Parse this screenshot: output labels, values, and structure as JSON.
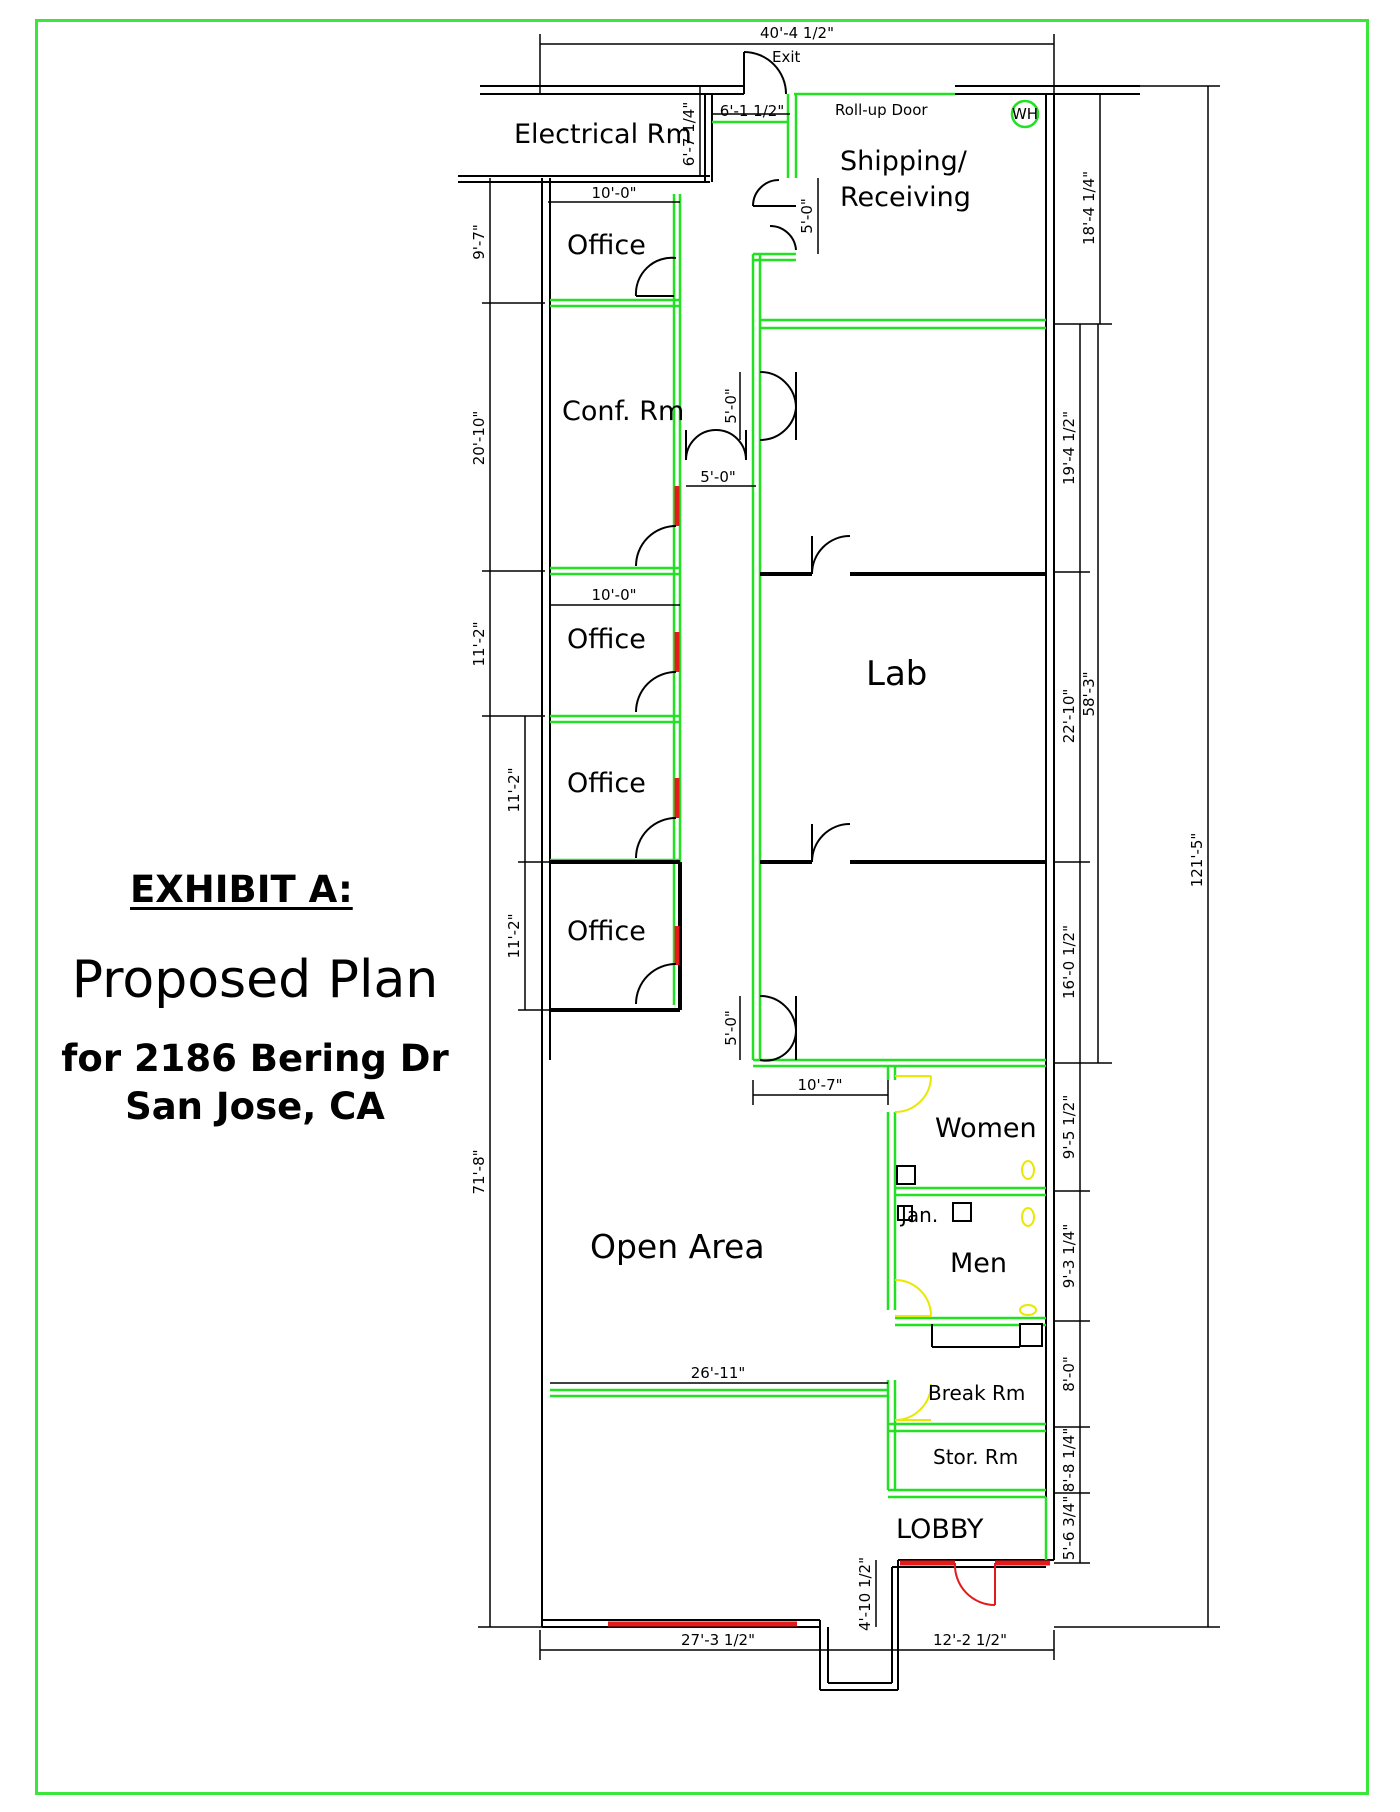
{
  "title": {
    "exhibit": "EXHIBIT A:",
    "plan": "Proposed Plan",
    "address_line1": "for 2186 Bering Dr",
    "address_line2": "San Jose, CA"
  },
  "rooms": {
    "electrical": "Electrical Rm",
    "shipping_line1": "Shipping/",
    "shipping_line2": "Receiving",
    "office_1": "Office",
    "conf": "Conf. Rm",
    "office_2": "Office",
    "office_3": "Office",
    "office_4": "Office",
    "lab": "Lab",
    "women": "Women",
    "jan": "Jan.",
    "men": "Men",
    "open_area": "Open Area",
    "break_rm": "Break Rm",
    "stor_rm": "Stor. Rm",
    "lobby": "LOBBY"
  },
  "labels": {
    "exit": "Exit",
    "rollup": "Roll-up Door",
    "wh": "WH"
  },
  "dimensions": {
    "top_width": "40'-4 1/2\"",
    "elec_width": "6'-1 1/2\"",
    "elec_height": "6'-7 1/4\"",
    "office1_width": "10'-0\"",
    "ship_door": "5'-0\"",
    "left_9_7": "9'-7\"",
    "left_20_10": "20'-10\"",
    "conf_door_v": "5'-0\"",
    "conf_door_h": "5'-0\"",
    "office2_width": "10'-0\"",
    "left_11_2a": "11'-2\"",
    "left_11_2b": "11'-2\"",
    "left_11_2c": "11'-2\"",
    "lab_door": "5'-0\"",
    "corridor_width": "10'-7\"",
    "left_71_8": "71'-8\"",
    "open_width": "26'-11\"",
    "bottom_left": "27'-3 1/2\"",
    "bottom_right": "12'-2 1/2\"",
    "lobby_step": "4'-10 1/2\"",
    "right_18_4": "18'-4 1/4\"",
    "right_19_4": "19'-4 1/2\"",
    "right_22_10": "22'-10\"",
    "right_16_0": "16'-0 1/2\"",
    "right_58_3": "58'-3\"",
    "right_121_5": "121'-5\"",
    "right_9_5": "9'-5 1/2\"",
    "right_9_3": "9'-3 1/4\"",
    "right_8_0": "8'-0\"",
    "right_8_1": "8'-8 1/4\"",
    "right_5_6": "5'-6 3/4\""
  },
  "colors": {
    "wall": "#000000",
    "new_wall": "#22e022",
    "demo_wall": "#e51b1b",
    "fixture": "#e8e800",
    "border": "#39e639"
  }
}
